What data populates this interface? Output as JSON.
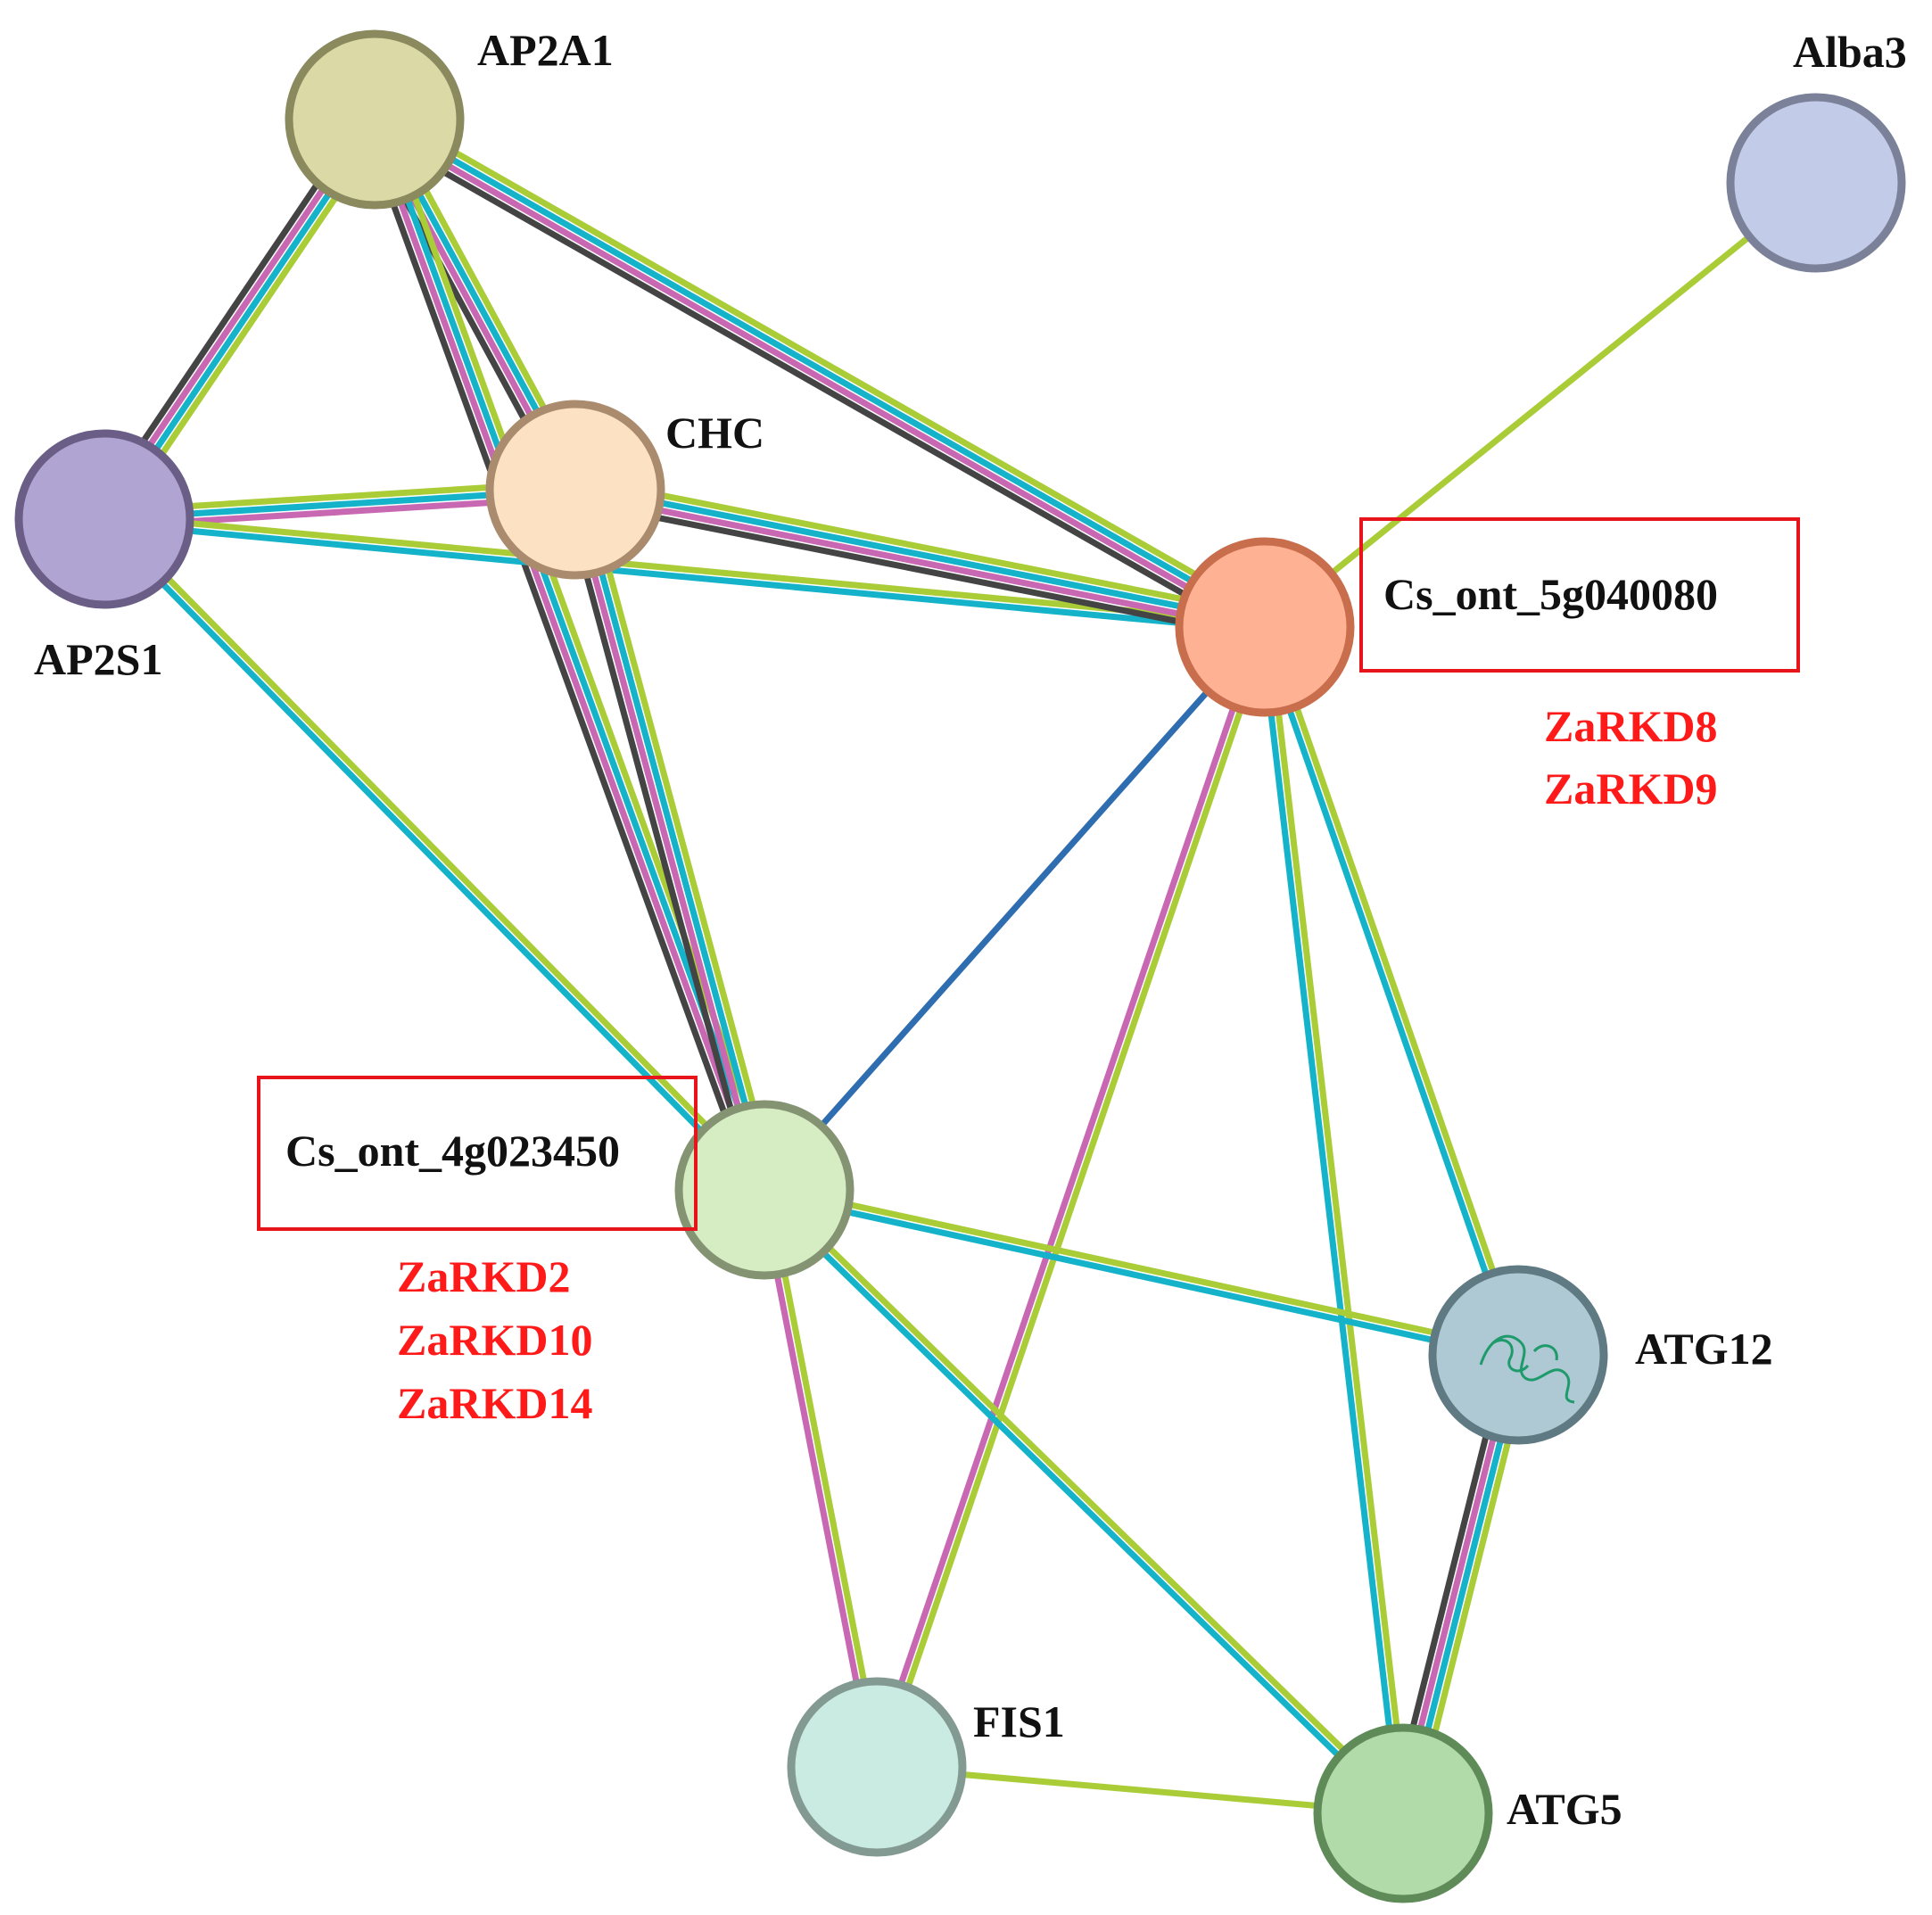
{
  "network": {
    "edge_colors": {
      "neighborhood": "#a9cc37",
      "database": "#14b3c9",
      "experimental": "#c868b3",
      "coexpression": "#444444",
      "homology": "#2f6db1"
    },
    "nodes": [
      {
        "id": "AP2A1",
        "label": "AP2A1",
        "fill": "#dbd9a5",
        "stroke": "#8a8a5e"
      },
      {
        "id": "Alba3",
        "label": "Alba3",
        "fill": "#c2cce8",
        "stroke": "#7b8199"
      },
      {
        "id": "AP2S1",
        "label": "AP2S1",
        "fill": "#b0a4d2",
        "stroke": "#6a5e87"
      },
      {
        "id": "CHC",
        "label": "CHC",
        "fill": "#fce1c3",
        "stroke": "#ab8b6e"
      },
      {
        "id": "Cs_ont_5g040080",
        "label": "Cs_ont_5g040080",
        "fill": "#ffb293",
        "stroke": "#c86e4d"
      },
      {
        "id": "Cs_ont_4g023450",
        "label": "Cs_ont_4g023450",
        "fill": "#d6ecc3",
        "stroke": "#849473"
      },
      {
        "id": "ATG12",
        "label": "ATG12",
        "fill": "#aec8d4",
        "stroke": "#5f7a82"
      },
      {
        "id": "FIS1",
        "label": "FIS1",
        "fill": "#c9ebe1",
        "stroke": "#839a92"
      },
      {
        "id": "ATG5",
        "label": "ATG5",
        "fill": "#b1dba8",
        "stroke": "#5e8b58"
      }
    ],
    "edges": [
      {
        "source": "AP2A1",
        "target": "AP2S1",
        "types": [
          "neighborhood",
          "database",
          "experimental",
          "coexpression"
        ]
      },
      {
        "source": "AP2A1",
        "target": "CHC",
        "types": [
          "neighborhood",
          "database",
          "experimental",
          "coexpression"
        ]
      },
      {
        "source": "AP2A1",
        "target": "Cs_ont_5g040080",
        "types": [
          "neighborhood",
          "database",
          "experimental",
          "coexpression"
        ]
      },
      {
        "source": "AP2A1",
        "target": "Cs_ont_4g023450",
        "types": [
          "neighborhood",
          "database",
          "experimental",
          "coexpression"
        ]
      },
      {
        "source": "AP2S1",
        "target": "CHC",
        "types": [
          "neighborhood",
          "database",
          "experimental"
        ]
      },
      {
        "source": "AP2S1",
        "target": "Cs_ont_5g040080",
        "types": [
          "neighborhood",
          "database"
        ]
      },
      {
        "source": "AP2S1",
        "target": "Cs_ont_4g023450",
        "types": [
          "neighborhood",
          "database"
        ]
      },
      {
        "source": "CHC",
        "target": "Cs_ont_5g040080",
        "types": [
          "neighborhood",
          "database",
          "experimental",
          "coexpression"
        ]
      },
      {
        "source": "CHC",
        "target": "Cs_ont_4g023450",
        "types": [
          "neighborhood",
          "database",
          "experimental",
          "coexpression"
        ]
      },
      {
        "source": "Alba3",
        "target": "Cs_ont_5g040080",
        "types": [
          "neighborhood"
        ]
      },
      {
        "source": "Cs_ont_5g040080",
        "target": "Cs_ont_4g023450",
        "types": [
          "homology"
        ]
      },
      {
        "source": "Cs_ont_5g040080",
        "target": "FIS1",
        "types": [
          "neighborhood",
          "experimental"
        ]
      },
      {
        "source": "Cs_ont_5g040080",
        "target": "ATG12",
        "types": [
          "neighborhood",
          "database"
        ]
      },
      {
        "source": "Cs_ont_5g040080",
        "target": "ATG5",
        "types": [
          "neighborhood",
          "database"
        ]
      },
      {
        "source": "Cs_ont_4g023450",
        "target": "ATG12",
        "types": [
          "neighborhood",
          "database"
        ]
      },
      {
        "source": "Cs_ont_4g023450",
        "target": "FIS1",
        "types": [
          "neighborhood",
          "experimental"
        ]
      },
      {
        "source": "Cs_ont_4g023450",
        "target": "ATG5",
        "types": [
          "neighborhood",
          "database"
        ]
      },
      {
        "source": "ATG12",
        "target": "ATG5",
        "types": [
          "neighborhood",
          "database",
          "experimental",
          "coexpression"
        ]
      },
      {
        "source": "FIS1",
        "target": "ATG5",
        "types": [
          "neighborhood"
        ]
      }
    ],
    "highlight_box_color": "#e8141b",
    "annotations": [
      {
        "node": "Cs_ont_5g040080",
        "lines": [
          "ZaRKD8",
          "ZaRKD9"
        ]
      },
      {
        "node": "Cs_ont_4g023450",
        "lines": [
          "ZaRKD2",
          "ZaRKD10",
          "ZaRKD14"
        ]
      }
    ]
  }
}
